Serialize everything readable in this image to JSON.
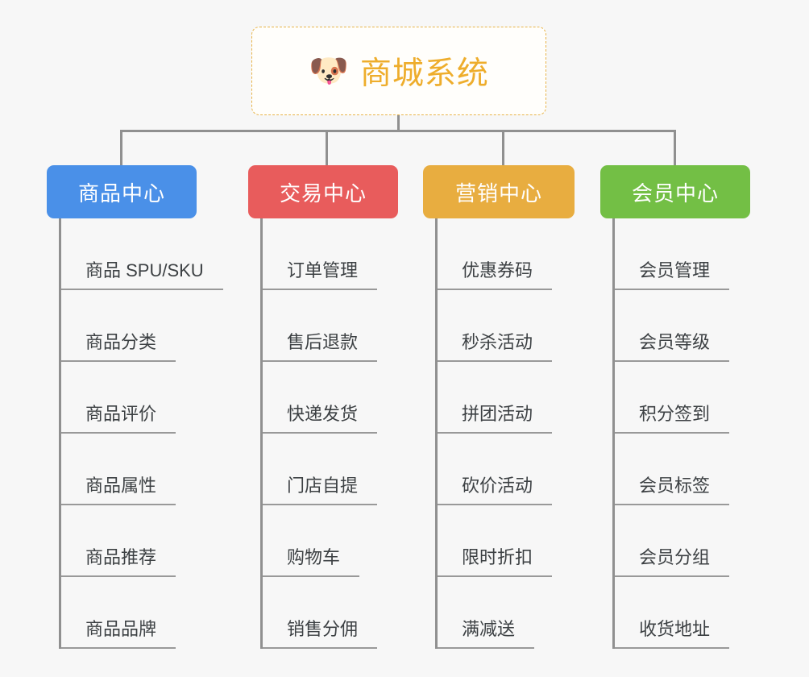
{
  "root": {
    "icon": "dog-face-icon",
    "icon_glyph": "🐶",
    "title": "商城系统",
    "title_color": "#eead2c",
    "border_color": "#e8b44a"
  },
  "colors": {
    "background": "#f7f7f7",
    "connector": "#909090",
    "leaf_text": "#3c4043",
    "leaf_rule": "#999999",
    "blue": "#4a90e8",
    "red": "#e85c5c",
    "orange": "#e8ad40",
    "green": "#73bf45"
  },
  "categories": [
    {
      "label": "商品中心",
      "color": "#4a90e8",
      "items": [
        {
          "label": "商品 SPU/SKU"
        },
        {
          "label": "商品分类"
        },
        {
          "label": "商品评价"
        },
        {
          "label": "商品属性"
        },
        {
          "label": "商品推荐"
        },
        {
          "label": "商品品牌"
        }
      ]
    },
    {
      "label": "交易中心",
      "color": "#e85c5c",
      "items": [
        {
          "label": "订单管理"
        },
        {
          "label": "售后退款"
        },
        {
          "label": "快递发货"
        },
        {
          "label": "门店自提"
        },
        {
          "label": "购物车"
        },
        {
          "label": "销售分佣"
        }
      ]
    },
    {
      "label": "营销中心",
      "color": "#e8ad40",
      "items": [
        {
          "label": "优惠券码"
        },
        {
          "label": "秒杀活动"
        },
        {
          "label": "拼团活动"
        },
        {
          "label": "砍价活动"
        },
        {
          "label": "限时折扣"
        },
        {
          "label": "满减送"
        }
      ]
    },
    {
      "label": "会员中心",
      "color": "#73bf45",
      "items": [
        {
          "label": "会员管理"
        },
        {
          "label": "会员等级"
        },
        {
          "label": "积分签到"
        },
        {
          "label": "会员标签"
        },
        {
          "label": "会员分组"
        },
        {
          "label": "收货地址"
        }
      ]
    }
  ]
}
